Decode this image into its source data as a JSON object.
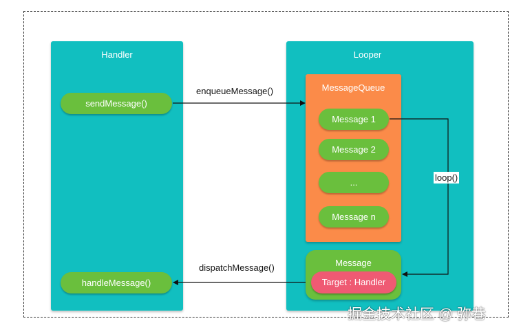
{
  "handler_panel": {
    "title": "Handler"
  },
  "looper_panel": {
    "title": "Looper"
  },
  "handler_pills": {
    "send": "sendMessage()",
    "handle": "handleMessage()"
  },
  "queue": {
    "title": "MessageQueue",
    "messages": [
      "Message 1",
      "Message 2",
      "...",
      "Message n"
    ]
  },
  "current_message": {
    "title": "Message",
    "target": "Target : Handler"
  },
  "edge_labels": {
    "enqueue": "enqueueMessage()",
    "dispatch": "dispatchMessage()",
    "loop": "loop()"
  },
  "watermark": "掘金技术社区 @ 弥巷",
  "colors": {
    "panel": "#11bfc0",
    "pill": "#6abf3d",
    "queue": "#fb8b49",
    "target": "#ef5a73"
  }
}
